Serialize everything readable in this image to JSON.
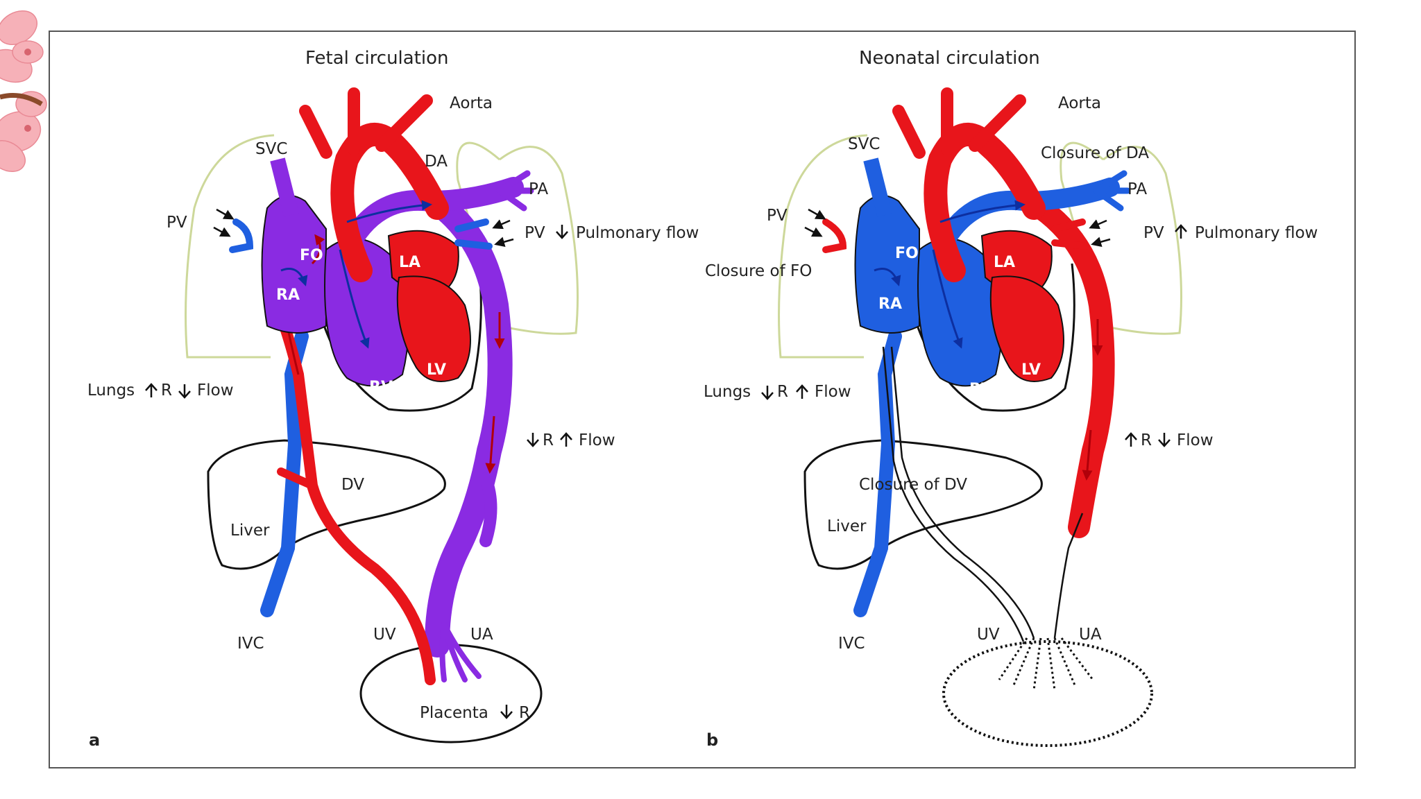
{
  "colors": {
    "arterial": "#e8151b",
    "venous": "#1f5fe0",
    "mixed": "#8a2be2",
    "lung_outline": "#cdd89a",
    "outline": "#111111"
  },
  "icons": {
    "decoration": "cherry-blossom-icon"
  },
  "fetal": {
    "title": "Fetal circulation",
    "panel_letter": "a",
    "labels": {
      "aorta": "Aorta",
      "svc": "SVC",
      "da": "DA",
      "pa": "PA",
      "pv_left": "PV",
      "pv_right": "PV",
      "pulmonary_flow": "Pulmonary flow",
      "fo": "FO",
      "la": "LA",
      "ra": "RA",
      "rv": "RV",
      "lv": "LV",
      "lungs": "Lungs",
      "lungs_r": "R",
      "lungs_flow": "Flow",
      "systemic_r": "R",
      "systemic_flow": "Flow",
      "dv": "DV",
      "liver": "Liver",
      "ivc": "IVC",
      "uv": "UV",
      "ua": "UA",
      "placenta": "Placenta",
      "placenta_r": "R"
    }
  },
  "neonatal": {
    "title": "Neonatal circulation",
    "panel_letter": "b",
    "labels": {
      "aorta": "Aorta",
      "svc": "SVC",
      "closure_da": "Closure of DA",
      "pa": "PA",
      "pv_left": "PV",
      "pv_right": "PV",
      "pulmonary_flow": "Pulmonary flow",
      "closure_fo": "Closure of FO",
      "fo": "FO",
      "la": "LA",
      "ra": "RA",
      "rv": "RV",
      "lv": "LV",
      "lungs": "Lungs",
      "lungs_r": "R",
      "lungs_flow": "Flow",
      "systemic_r": "R",
      "systemic_flow": "Flow",
      "closure_dv": "Closure of DV",
      "liver": "Liver",
      "ivc": "IVC",
      "uv": "UV",
      "ua": "UA"
    }
  }
}
